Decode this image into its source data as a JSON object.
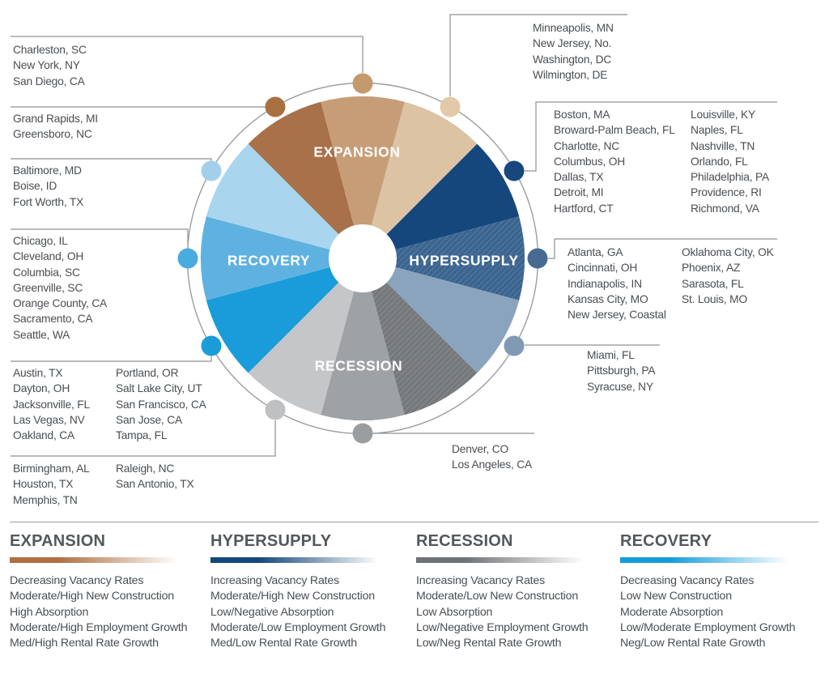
{
  "wheel": {
    "labels": {
      "expansion": "EXPANSION",
      "hypersupply": "HYPERSUPPLY",
      "recession": "RECESSION",
      "recovery": "RECOVERY"
    },
    "segment_colors": {
      "expansion_dark": "#a8714a",
      "expansion_mid": "#c79d78",
      "expansion_light": "#dcc3a4",
      "hypersupply_dark": "#15477d",
      "hypersupply_mid": "#3a648f",
      "hypersupply_light": "#8ba4be",
      "recession_dark": "#75787b",
      "recession_mid": "#9fa2a5",
      "recession_light": "#c5c6c8",
      "recovery_dark": "#199cd9",
      "recovery_mid": "#5fb2e0",
      "recovery_light": "#a9d5ef"
    },
    "dot_colors": {
      "charleston": "#c4996b",
      "grand_rapids": "#a8703f",
      "minneapolis": "#e3c9a7",
      "boston": "#17477c",
      "atlanta": "#476a93",
      "miami": "#8099b4",
      "denver": "#9b9ea1",
      "birmingham": "#bec0c2",
      "austin": "#1b9cd9",
      "chicago": "#49acdf",
      "baltimore": "#a2d0ec"
    }
  },
  "city_groups": {
    "charleston": [
      "Charleston, SC",
      "New York, NY",
      "San Diego, CA"
    ],
    "grand_rapids": [
      "Grand Rapids, MI",
      "Greensboro, NC"
    ],
    "baltimore": [
      "Baltimore, MD",
      "Boise, ID",
      "Fort Worth, TX"
    ],
    "chicago": [
      "Chicago, IL",
      "Cleveland, OH",
      "Columbia, SC",
      "Greenville, SC",
      "Orange County, CA",
      "Sacramento, CA",
      "Seattle, WA"
    ],
    "austin_col1": [
      "Austin, TX",
      "Dayton, OH",
      "Jacksonville, FL",
      "Las Vegas, NV",
      "Oakland, CA"
    ],
    "austin_col2": [
      "Portland, OR",
      "Salt Lake City, UT",
      "San Francisco, CA",
      "San Jose, CA",
      "Tampa, FL"
    ],
    "birmingham_col1": [
      "Birmingham, AL",
      "Houston, TX",
      "Memphis, TN"
    ],
    "birmingham_col2": [
      "Raleigh, NC",
      "San Antonio, TX"
    ],
    "minneapolis": [
      "Minneapolis, MN",
      "New Jersey, No.",
      "Washington, DC",
      "Wilmington, DE"
    ],
    "boston_col1": [
      "Boston, MA",
      "Broward-Palm Beach, FL",
      "Charlotte, NC",
      "Columbus, OH",
      "Dallas, TX",
      "Detroit, MI",
      "Hartford, CT"
    ],
    "boston_col2": [
      "Louisville, KY",
      "Naples, FL",
      "Nashville, TN",
      "Orlando, FL",
      "Philadelphia, PA",
      "Providence, RI",
      "Richmond, VA"
    ],
    "atlanta_col1": [
      "Atlanta, GA",
      "Cincinnati, OH",
      "Indianapolis, IN",
      "Kansas City, MO",
      "New Jersey, Coastal"
    ],
    "atlanta_col2": [
      "Oklahoma City, OK",
      "Phoenix, AZ",
      "Sarasota, FL",
      "St. Louis, MO"
    ],
    "miami": [
      "Miami, FL",
      "Pittsburgh, PA",
      "Syracuse, NY"
    ],
    "denver": [
      "Denver, CO",
      "Los Angeles, CA"
    ]
  },
  "legend": {
    "sections": [
      {
        "title": "EXPANSION",
        "bar_color": "#b06f41",
        "items": [
          "Decreasing Vacancy Rates",
          "Moderate/High New Construction",
          "High Absorption",
          "Moderate/High Employment Growth",
          "Med/High Rental Rate Growth"
        ]
      },
      {
        "title": "HYPERSUPPLY",
        "bar_color": "#16477c",
        "items": [
          "Increasing Vacancy Rates",
          "Moderate/High New Construction",
          "Low/Negative Absorption",
          "Moderate/Low Employment Growth",
          "Med/Low Rental Rate Growth"
        ]
      },
      {
        "title": "RECESSION",
        "bar_color": "#707376",
        "items": [
          "Increasing Vacancy Rates",
          "Moderate/Low New Construction",
          "Low Absorption",
          "Low/Negative Employment Growth",
          "Low/Neg Rental Rate Growth"
        ]
      },
      {
        "title": "RECOVERY",
        "bar_color": "#149cda",
        "items": [
          "Decreasing Vacancy Rates",
          "Low New Construction",
          "Moderate Absorption",
          "Low/Moderate Employment Growth",
          "Neg/Low Rental Rate Growth"
        ]
      }
    ]
  }
}
